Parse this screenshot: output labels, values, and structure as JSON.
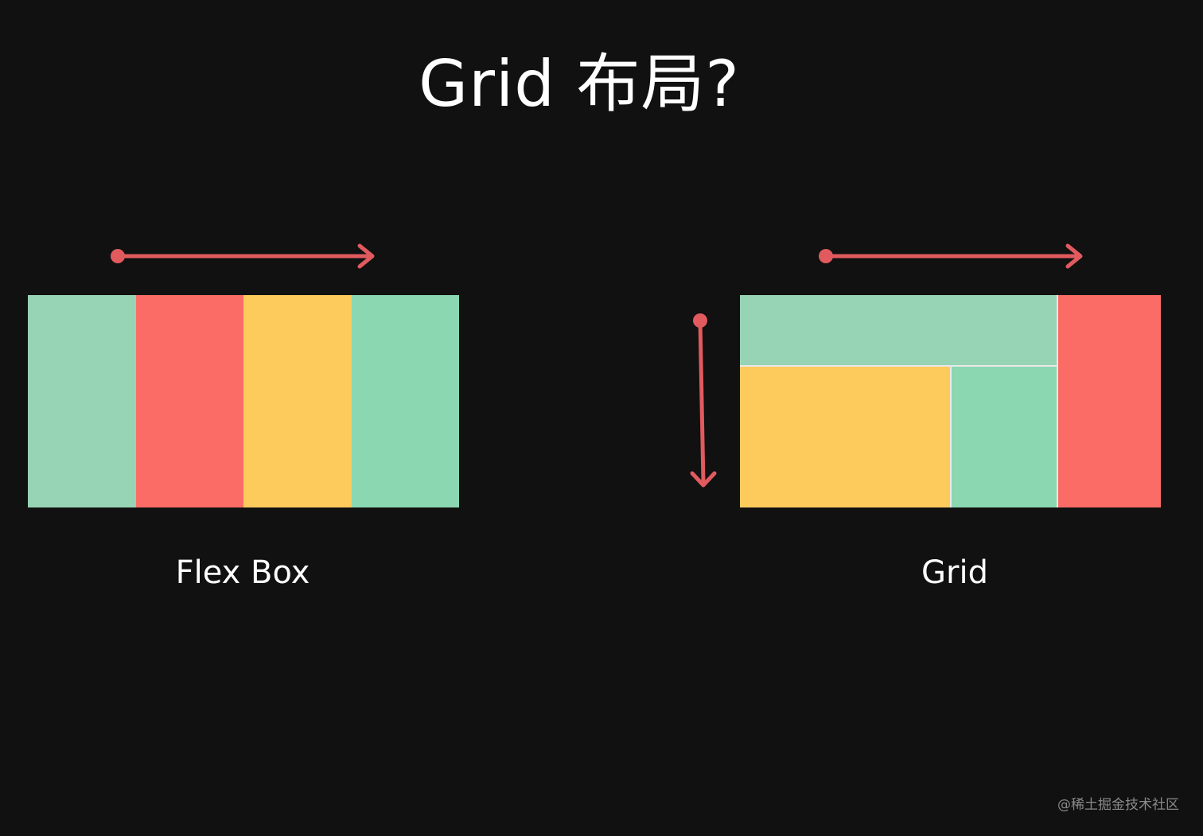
{
  "title": "Grid 布局?",
  "flexbox": {
    "label": "Flex Box",
    "cells": [
      {
        "color": "#97d3b5"
      },
      {
        "color": "#fa6c65"
      },
      {
        "color": "#fdca5c"
      },
      {
        "color": "#8ad7b2"
      }
    ]
  },
  "grid": {
    "label": "Grid",
    "cells": [
      {
        "color": "#97d3b5"
      },
      {
        "color": "#fdca5c"
      },
      {
        "color": "#8ad7b2"
      },
      {
        "color": "#fa6c65"
      }
    ]
  },
  "colors": {
    "background": "#111111",
    "arrow": "#e05a5e",
    "text": "#ffffff",
    "watermark": "#8a8a8a"
  },
  "watermark": "@稀土掘金技术社区"
}
